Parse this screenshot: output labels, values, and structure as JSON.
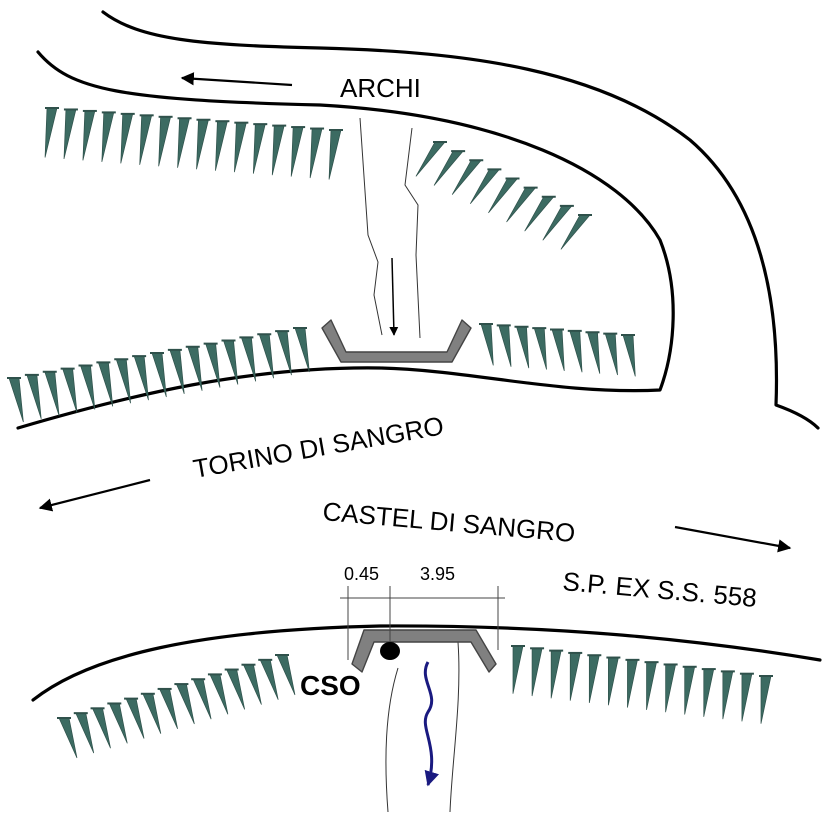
{
  "labels": {
    "archi": "ARCHI",
    "torino": "TORINO DI SANGRO",
    "castel": "CASTEL DI SANGRO",
    "road": "S.P. EX S.S. 558",
    "dim_left": "0.45",
    "dim_right": "3.95",
    "cso": "CSO"
  },
  "colors": {
    "line": "#000000",
    "embankment": "#3c6b62",
    "culvert": "#808080",
    "flow_arrow": "#1a1a80"
  }
}
